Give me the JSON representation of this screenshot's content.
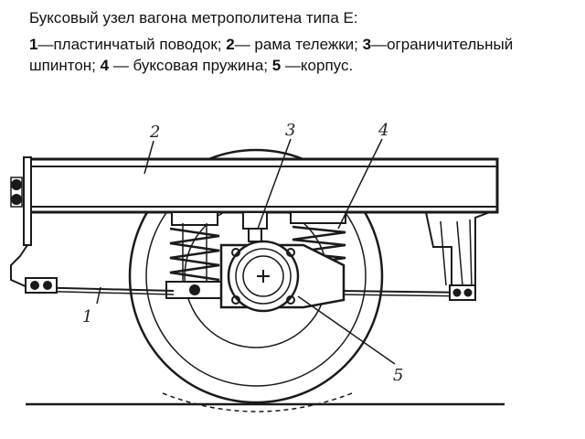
{
  "caption": {
    "title": "Буксовый узел вагона метрополитена типа Е:",
    "parts": [
      {
        "num": "1",
        "text": "—пластинчатый поводок; "
      },
      {
        "num": "2",
        "text": "— рама тележки; "
      },
      {
        "num": "3",
        "text": "—ограничительный шпинтон; "
      },
      {
        "num": "4",
        "text": " — буксовая пружина; "
      },
      {
        "num": "5",
        "text": " —корпус."
      }
    ]
  },
  "diagram": {
    "labels": [
      "1",
      "2",
      "3",
      "4",
      "5"
    ]
  }
}
